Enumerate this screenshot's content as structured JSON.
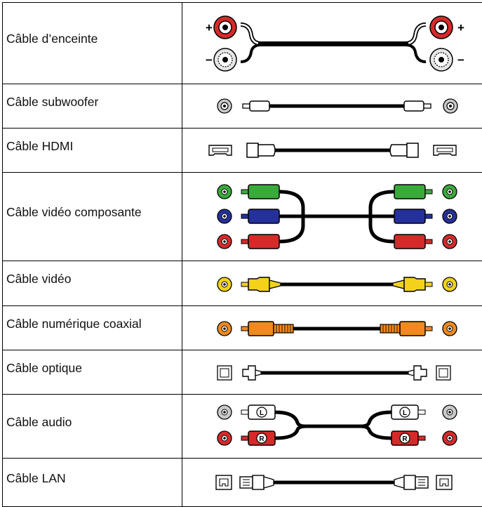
{
  "rows": [
    {
      "label": "Câble d’enceinte",
      "icon": "speaker-cable-icon"
    },
    {
      "label": "Câble subwoofer",
      "icon": "subwoofer-cable-icon"
    },
    {
      "label": "Câble HDMI",
      "icon": "hdmi-cable-icon"
    },
    {
      "label": "Câble vidéo composante",
      "icon": "component-video-cable-icon"
    },
    {
      "label": "Câble vidéo",
      "icon": "video-cable-icon"
    },
    {
      "label": "Câble numérique coaxial",
      "icon": "coaxial-digital-cable-icon"
    },
    {
      "label": "Câble optique",
      "icon": "optical-cable-icon"
    },
    {
      "label": "Câble audio",
      "icon": "audio-cable-icon"
    },
    {
      "label": "Câble LAN",
      "icon": "lan-cable-icon"
    }
  ],
  "symbols": {
    "plus": "+",
    "minus": "−",
    "left": "L",
    "right": "R"
  },
  "colors": {
    "red": "#d62a2a",
    "green": "#3aaa3a",
    "blue": "#24309b",
    "yellow": "#f2d21b",
    "orange": "#f08a1c",
    "gray": "#c9c9c9",
    "black": "#111111"
  }
}
